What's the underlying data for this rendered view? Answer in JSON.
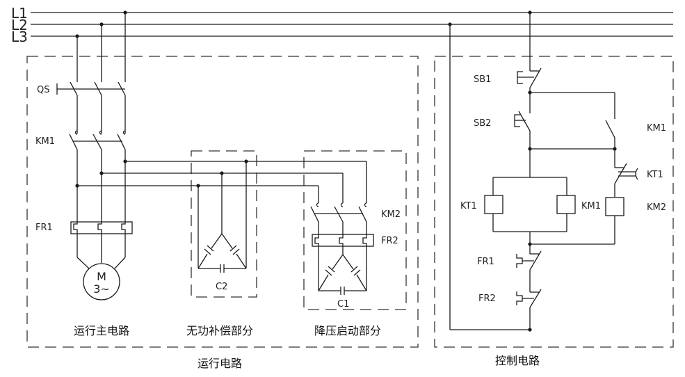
{
  "bus_lines": [
    "L1",
    "L2",
    "L3"
  ],
  "labels": {
    "qs": "QS",
    "km1_main": "KM1",
    "fr1_main": "FR1",
    "motor_top": "M",
    "motor_bottom": "3~",
    "c2": "C2",
    "c1": "C1",
    "km2_main": "KM2",
    "fr2_main": "FR2",
    "sb1": "SB1",
    "sb2": "SB2",
    "km1_aux": "KM1",
    "kt1_contact": "KT1",
    "kt1_coil": "KT1",
    "km1_coil": "KM1",
    "km2_coil": "KM2",
    "fr1_ctrl": "FR1",
    "fr2_ctrl": "FR2"
  },
  "sections": {
    "main_run": "运行主电路",
    "reactive_comp": "无功补偿部分",
    "reduced_start": "降压启动部分",
    "run_circuit": "运行电路",
    "control_circuit": "控制电路"
  }
}
